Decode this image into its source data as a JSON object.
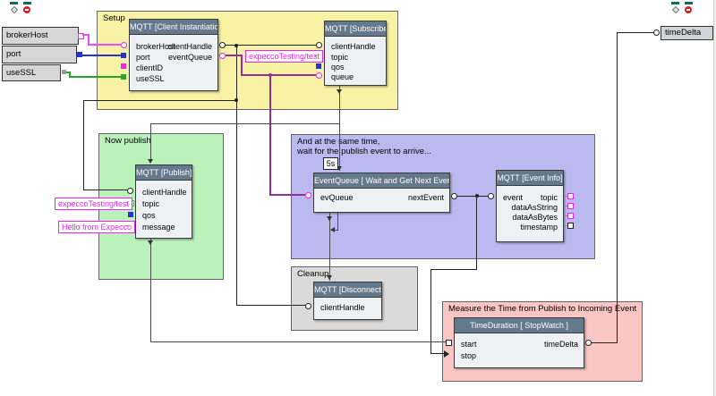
{
  "icons": {
    "top_left": [
      "grid-marker-icon",
      "no-entry-icon"
    ],
    "top_right": [
      "grid-marker-icon",
      "no-entry-icon"
    ]
  },
  "colors": {
    "setup_region": "#f8f3a4",
    "publish_region": "#bbf2bb",
    "wait_region": "#babaf0",
    "cleanup_region": "#dadada",
    "measure_region": "#f9c6c3",
    "block_header": "#64798b",
    "block_body": "#eef1f3",
    "wire_pink": "#f846f8",
    "wire_blue": "#2633cf",
    "wire_green": "#28a32c",
    "wire_purple": "#952f95",
    "wire_black": "#222222",
    "label_magenta": "#ee22ee"
  },
  "env": {
    "inputs": [
      "brokerHost",
      "port",
      "useSSL"
    ],
    "output": "timeDelta"
  },
  "regions": {
    "setup": {
      "label": "Setup"
    },
    "publish": {
      "label": "Now publish"
    },
    "wait": {
      "line1": "And at the same time,",
      "line2": "wait for the publish event to arrive..."
    },
    "cleanup": {
      "label": "Cleanup"
    },
    "measure": {
      "label": "Measure the Time from Publish to Incoming Event"
    }
  },
  "blocks": {
    "client_inst": {
      "title": "MQTT [Client Instantiation]",
      "inputs": [
        "brokerHost",
        "port",
        "clientID",
        "useSSL"
      ],
      "outputs": [
        "clientHandle",
        "eventQueue"
      ]
    },
    "subscribe": {
      "title": "MQTT [Subscribe]",
      "inputs": [
        "clientHandle",
        "topic",
        "qos",
        "queue"
      ]
    },
    "publish": {
      "title": "MQTT [Publish]",
      "inputs": [
        "clientHandle",
        "topic",
        "qos",
        "message"
      ]
    },
    "event_queue": {
      "title": "EventQueue [ Wait and Get Next Event ]",
      "inputs": [
        "evQueue"
      ],
      "outputs": [
        "nextEvent"
      ]
    },
    "event_info": {
      "title": "MQTT [Event Info]",
      "inputs": [
        "event"
      ],
      "outputs": [
        "topic",
        "dataAsString",
        "dataAsBytes",
        "timestamp"
      ]
    },
    "disconnect": {
      "title": "MQTT [Disconnect]",
      "inputs": [
        "clientHandle"
      ]
    },
    "stopwatch": {
      "title": "TimeDuration [ StopWatch ]",
      "inputs": [
        "start",
        "stop"
      ],
      "outputs": [
        "timeDelta"
      ]
    }
  },
  "labels": {
    "subscribe_topic": "expeccoTesting/test",
    "publish_topic": "expeccoTesting/test",
    "publish_message": "Hello from Expecco",
    "timeout": "5s"
  }
}
